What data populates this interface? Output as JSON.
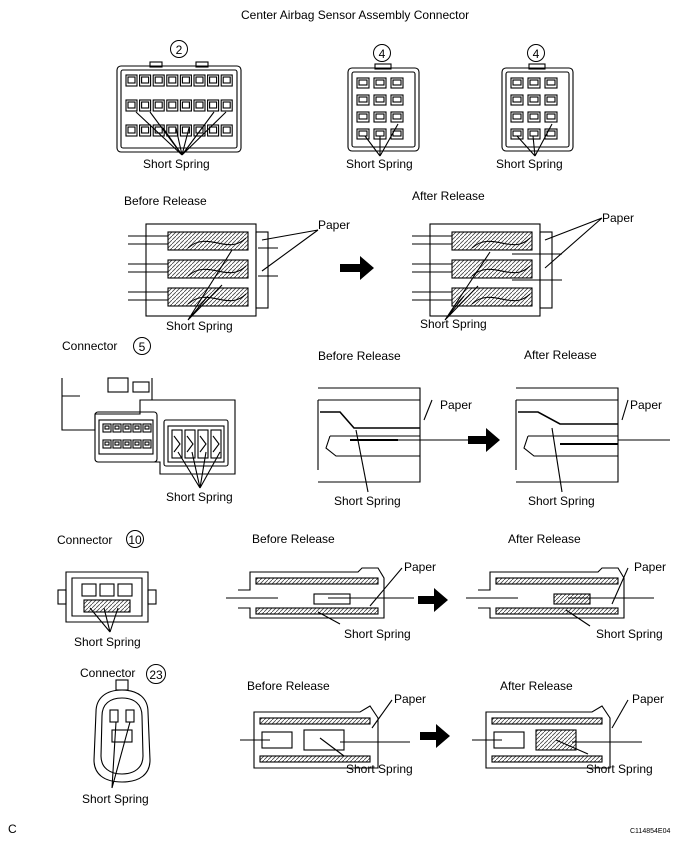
{
  "title": "Center Airbag Sensor Assembly Connector",
  "labels": {
    "short_spring": "Short Spring",
    "paper": "Paper",
    "before_release": "Before Release",
    "after_release": "After Release",
    "connector": "Connector"
  },
  "connector_numbers": {
    "top_left": "2",
    "top_mid": "4",
    "top_right": "4",
    "c5": "5",
    "c10": "10",
    "c23": "23"
  },
  "page_letter": "C",
  "figure_code": "C114854E04",
  "colors": {
    "ink": "#000000",
    "background": "#ffffff",
    "hatch": "#444444"
  }
}
